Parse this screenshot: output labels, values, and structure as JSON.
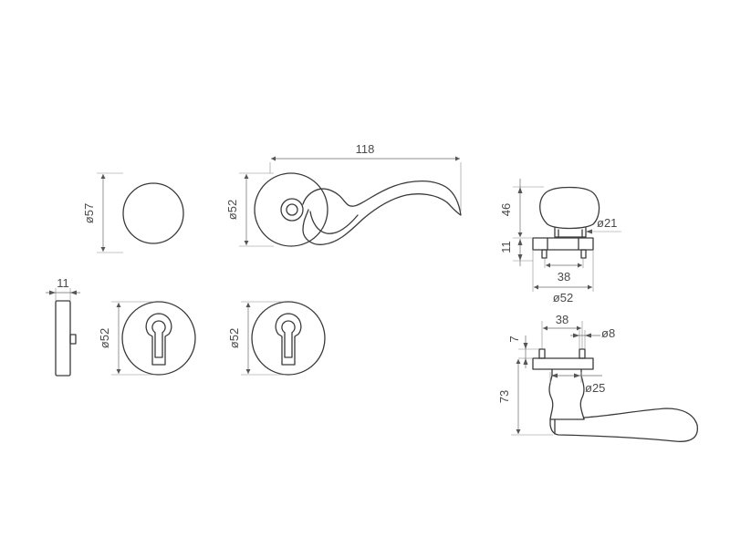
{
  "colors": {
    "line": "#3a3a3a",
    "dimension": "#6a6a6a",
    "background": "#ffffff"
  },
  "views": {
    "round_rosette_front": {
      "diameter_label": "ø57"
    },
    "lever_on_rose_front": {
      "diameter_label": "ø52",
      "length_label": "118"
    },
    "rosette_side": {
      "thickness_label": "11"
    },
    "escutcheon_left": {
      "diameter_label": "ø52"
    },
    "escutcheon_right": {
      "diameter_label": "ø52"
    },
    "knob_side": {
      "height_label": "46",
      "base_height_label": "11",
      "neck_diameter_label": "ø21",
      "spacing_label": "38",
      "base_diameter_label": "ø52"
    },
    "lever_side": {
      "spacing_label": "38",
      "pin_diameter_label": "ø8",
      "plate_height_label": "7",
      "total_height_label": "73",
      "neck_diameter_label": "ø25"
    }
  }
}
